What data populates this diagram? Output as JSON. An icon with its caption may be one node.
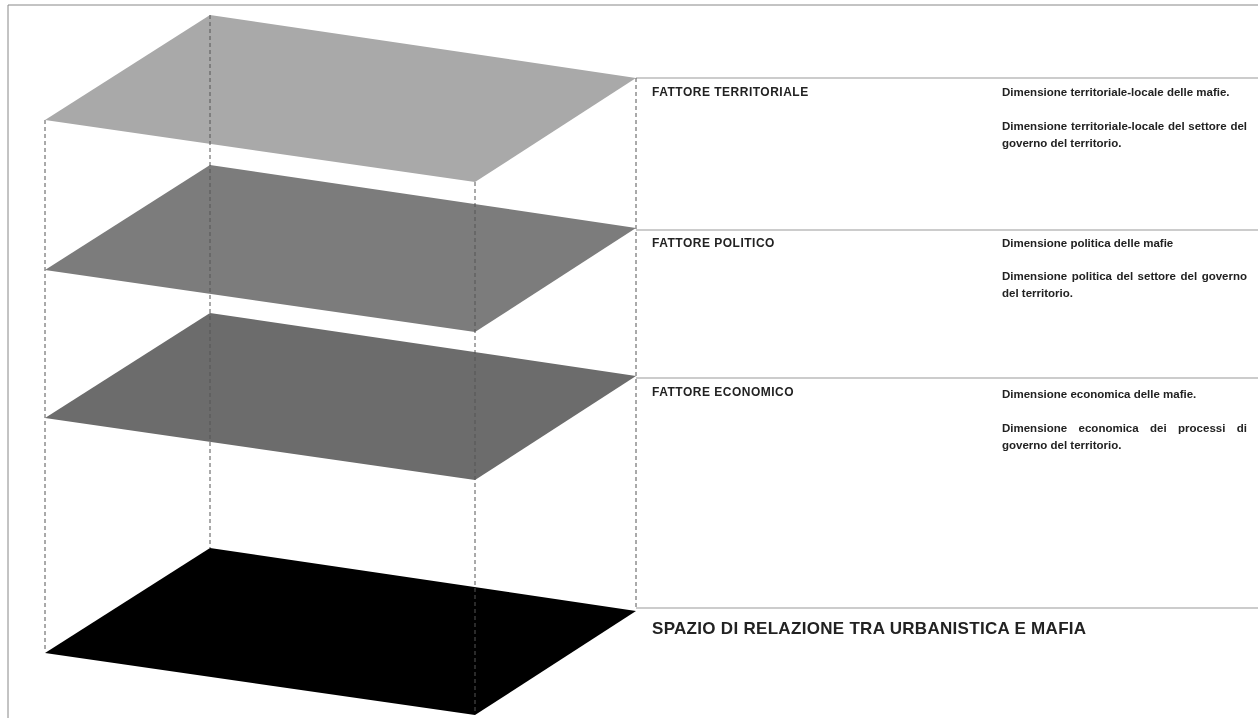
{
  "diagram": {
    "labels": [
      "FATTORE TERRITORIALE",
      "Dimensione territoriale-locale delle mafie.",
      "Dimensione territoriale-locale del settore del governo del territorio.",
      "FATTORE POLITICO",
      "Dimensione politica delle mafie",
      "Dimensione politica del settore del governo del territorio.",
      "FATTORE ECONOMICO",
      "Dimensione economica delle mafie.",
      "Dimensione economica dei processi di governo del territorio.",
      "SPAZIO DI RELAZIONE TRA URBANISTICA E MAFIA"
    ]
  }
}
